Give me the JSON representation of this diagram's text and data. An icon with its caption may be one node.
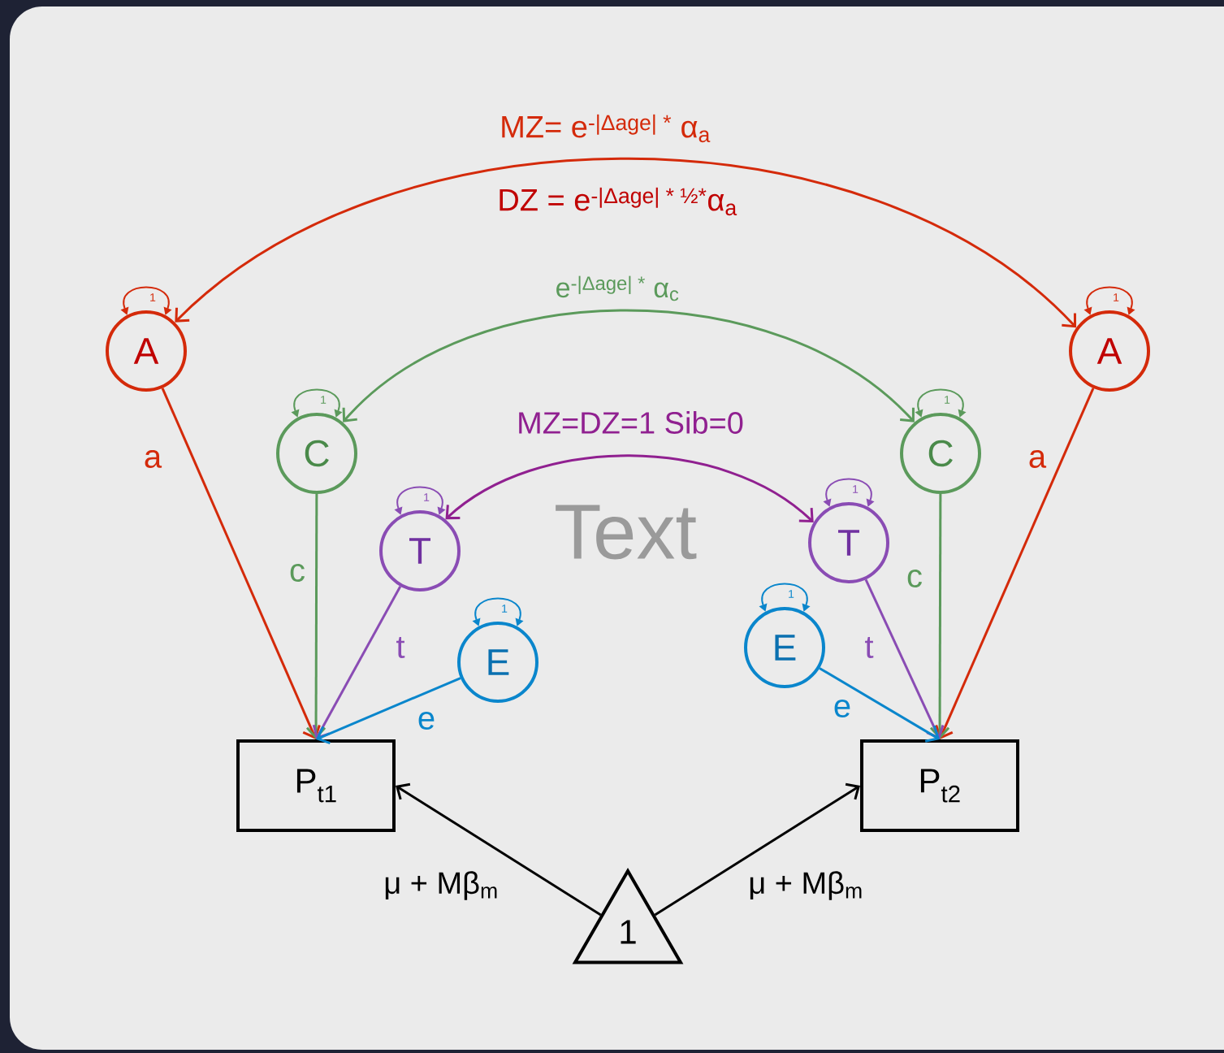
{
  "diagram": {
    "nodes": [
      {
        "text": [
          "A"
        ]
      },
      {
        "text": [
          "A"
        ]
      },
      {
        "text": [
          "C"
        ]
      },
      {
        "text": [
          "C"
        ]
      },
      {
        "text": [
          "T"
        ]
      },
      {
        "text": [
          "T"
        ]
      },
      {
        "text": [
          "E"
        ]
      },
      {
        "text": [
          "E"
        ]
      },
      {
        "text": [
          "P$_{t1}$"
        ]
      },
      {
        "text": [
          "P$_{t2}$"
        ]
      },
      {
        "text": [
          "1"
        ]
      }
    ],
    "edges": [
      {
        "from": 0,
        "to": 1,
        "arrow": "both",
        "label": "MZ=  e$^{-|Δage| *}$ α$_{a}$",
        "color": "#d42a0a"
      },
      {
        "from": 2,
        "to": 3,
        "arrow": "both",
        "label": "e$^{-|Δage| *}$ α$_{c}$",
        "color": "#5b9a5b"
      },
      {
        "from": 4,
        "to": 5,
        "arrow": "both",
        "label": "MZ=DZ=1 Sib=0",
        "color": "#902090"
      },
      {
        "from": 0,
        "to": 8,
        "arrow": "to",
        "label": "a",
        "color": "#d42a0a"
      },
      {
        "from": 2,
        "to": 8,
        "arrow": "to",
        "label": "c",
        "color": "#5b9a5b"
      },
      {
        "from": 4,
        "to": 8,
        "arrow": "to",
        "label": "t",
        "color": "#8a4cb4"
      },
      {
        "from": 6,
        "to": 8,
        "arrow": "to",
        "label": "e",
        "color": "#0a86cc"
      },
      {
        "from": 1,
        "to": 9,
        "arrow": "to",
        "label": "a",
        "color": "#d42a0a"
      },
      {
        "from": 3,
        "to": 9,
        "arrow": "to",
        "label": "c",
        "color": "#5b9a5b"
      },
      {
        "from": 5,
        "to": 9,
        "arrow": "to",
        "label": "t",
        "color": "#8a4cb4"
      },
      {
        "from": 7,
        "to": 9,
        "arrow": "to",
        "label": "e",
        "color": "#0a86cc"
      },
      {
        "from": 10,
        "to": 8,
        "arrow": "to",
        "label": "μ + Mβ$_{m}$",
        "color": "#000000"
      },
      {
        "from": 10,
        "to": 9,
        "arrow": "to",
        "label": "μ + Mβ$_{m}$",
        "color": "#000000"
      },
      {
        "from": 0,
        "to": 0,
        "arrow": "both",
        "label": "1",
        "color": "#d42a0a"
      },
      {
        "from": 1,
        "to": 1,
        "arrow": "both",
        "label": "1",
        "color": "#d42a0a"
      },
      {
        "from": 2,
        "to": 2,
        "arrow": "both",
        "label": "1",
        "color": "#5b9a5b"
      },
      {
        "from": 3,
        "to": 3,
        "arrow": "both",
        "label": "1",
        "color": "#5b9a5b"
      },
      {
        "from": 4,
        "to": 4,
        "arrow": "both",
        "label": "1",
        "color": "#8a4cb4"
      },
      {
        "from": 5,
        "to": 5,
        "arrow": "both",
        "label": "1",
        "color": "#8a4cb4"
      },
      {
        "from": 6,
        "to": 6,
        "arrow": "both",
        "label": "1",
        "color": "#0a86cc"
      },
      {
        "from": 7,
        "to": 7,
        "arrow": "both",
        "label": "1",
        "color": "#0a86cc"
      }
    ],
    "labels": [
      "DZ = e$^{-|Δage| * ½*}$α$_{a}$",
      "Text"
    ]
  }
}
